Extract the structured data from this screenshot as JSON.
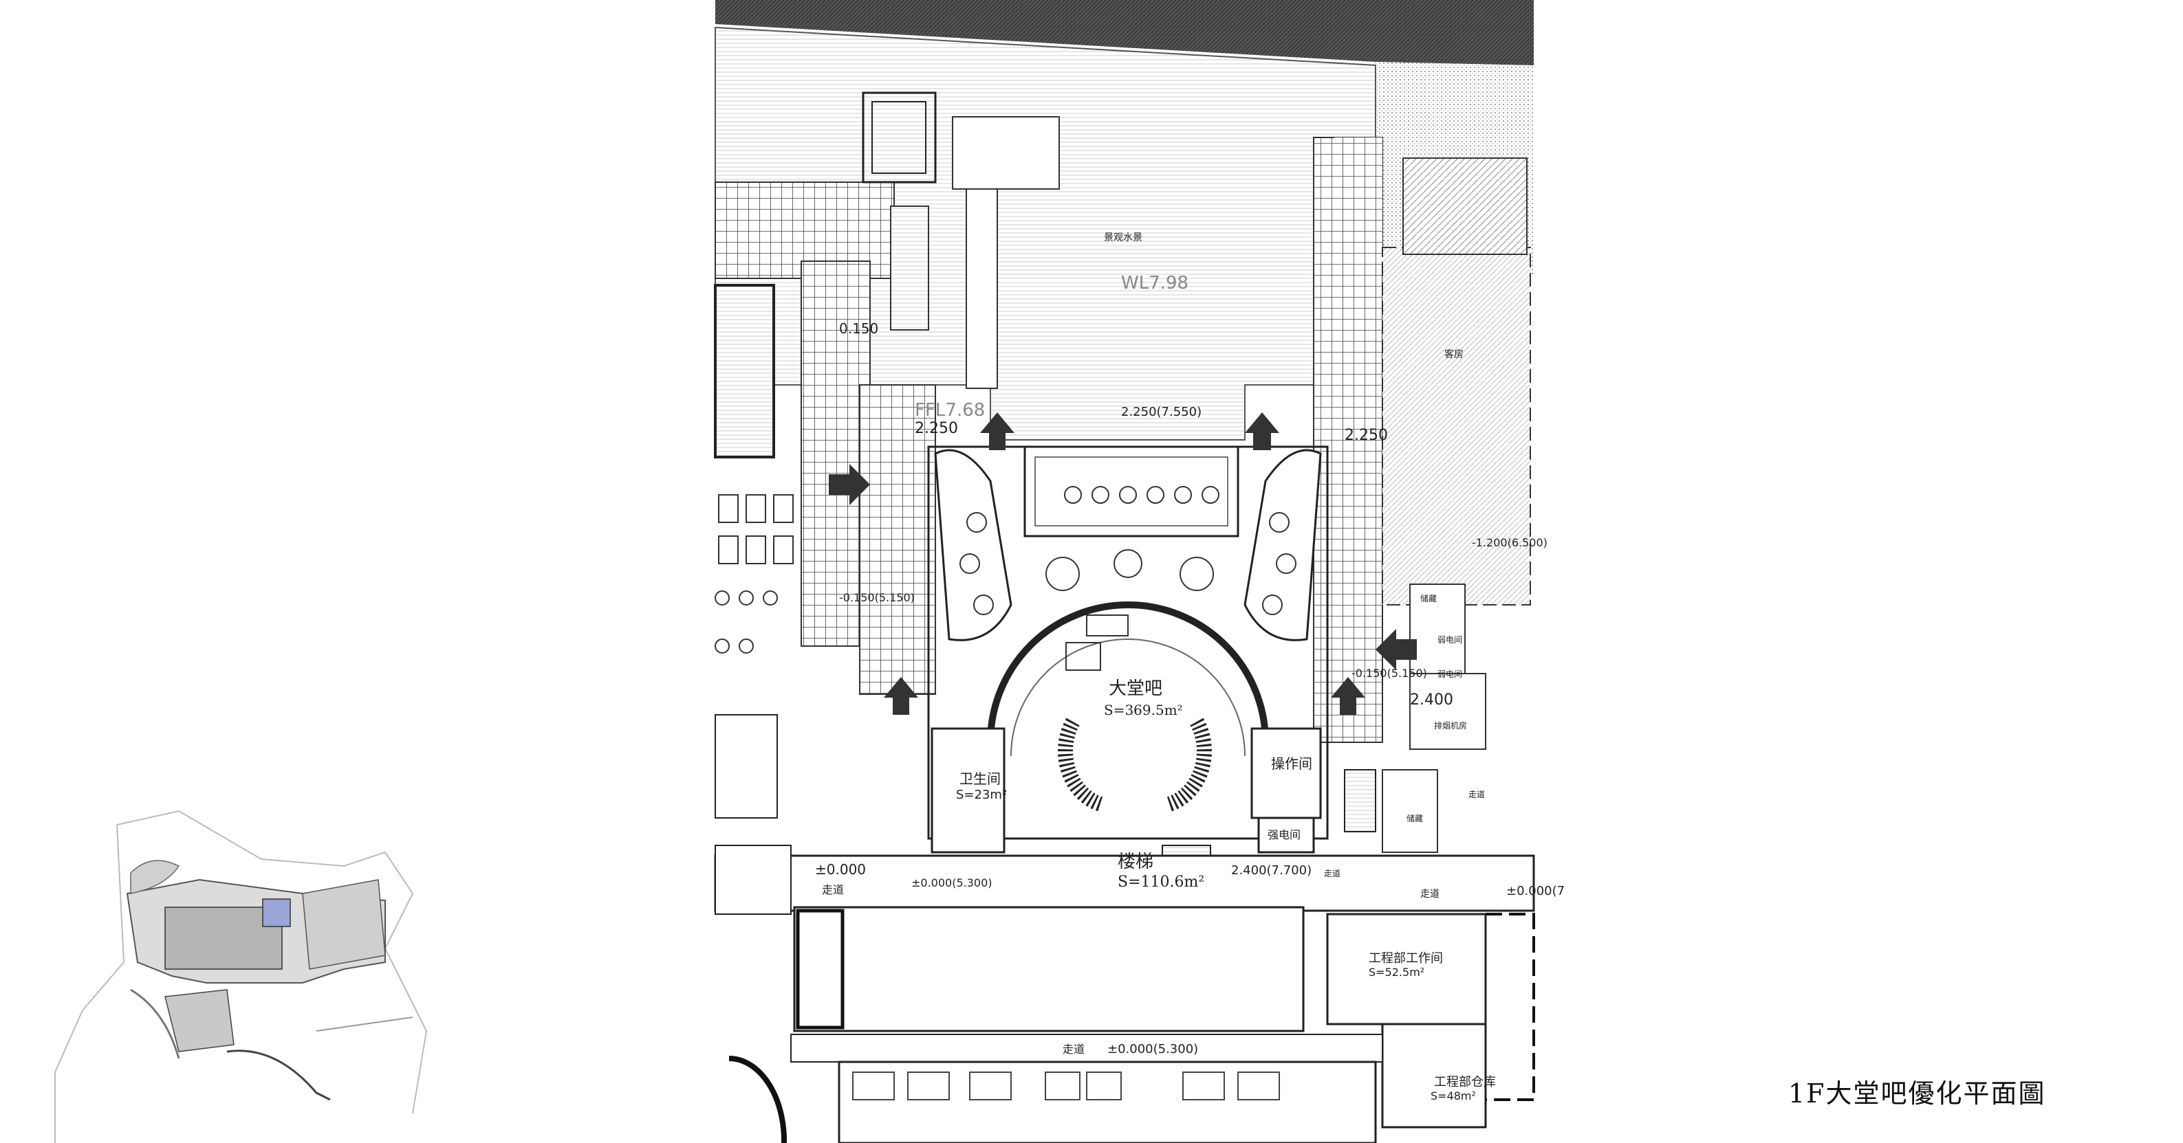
{
  "drawing_title": "1F大堂吧優化平面圖",
  "rooms": {
    "lobby_bar": "大堂吧",
    "lobby_bar_area": "S=369.5m²",
    "toilet": "卫生间",
    "toilet_area": "S=23m²",
    "stair": "楼梯",
    "stair_area": "S=110.6m²",
    "operation_room": "操作间",
    "electrical_room": "强电间",
    "engineering_workroom": "工程部工作间",
    "engineering_workroom_area": "S=52.5m²",
    "engineering_storage": "工程部仓库",
    "engineering_storage_area": "S=48m²",
    "storage_a": "储藏",
    "storage_b": "储藏",
    "corridor_a": "走道",
    "corridor_b": "走道",
    "corridor_c": "走道",
    "corridor_d": "走道",
    "corridor_e": "走道",
    "weak_elec_a": "弱电间",
    "weak_elec_b": "弱电间",
    "drainage": "排烟机房",
    "guest_room": "客房",
    "landscape_water": "景观水景"
  },
  "levels": {
    "wl": "WL7.98",
    "ffl": "FFL7.68",
    "l_2250a": "2.250",
    "l_2250b": "2.250",
    "l_2250c": "2.250(7.550)",
    "l_0150a": "0.150",
    "l_0150b": "-0.150(5.150)",
    "l_0150c": "-0.150(5.150)",
    "l_1200": "-1.200(6.500)",
    "l_2400a": "2.400",
    "l_2400b": "2.400(7.700)",
    "l_0000a": "±0.000",
    "l_0000b": "±0.000(5.300)",
    "l_0000c": "±0.000(5.300)",
    "l_0000d": "±0.000(7"
  }
}
